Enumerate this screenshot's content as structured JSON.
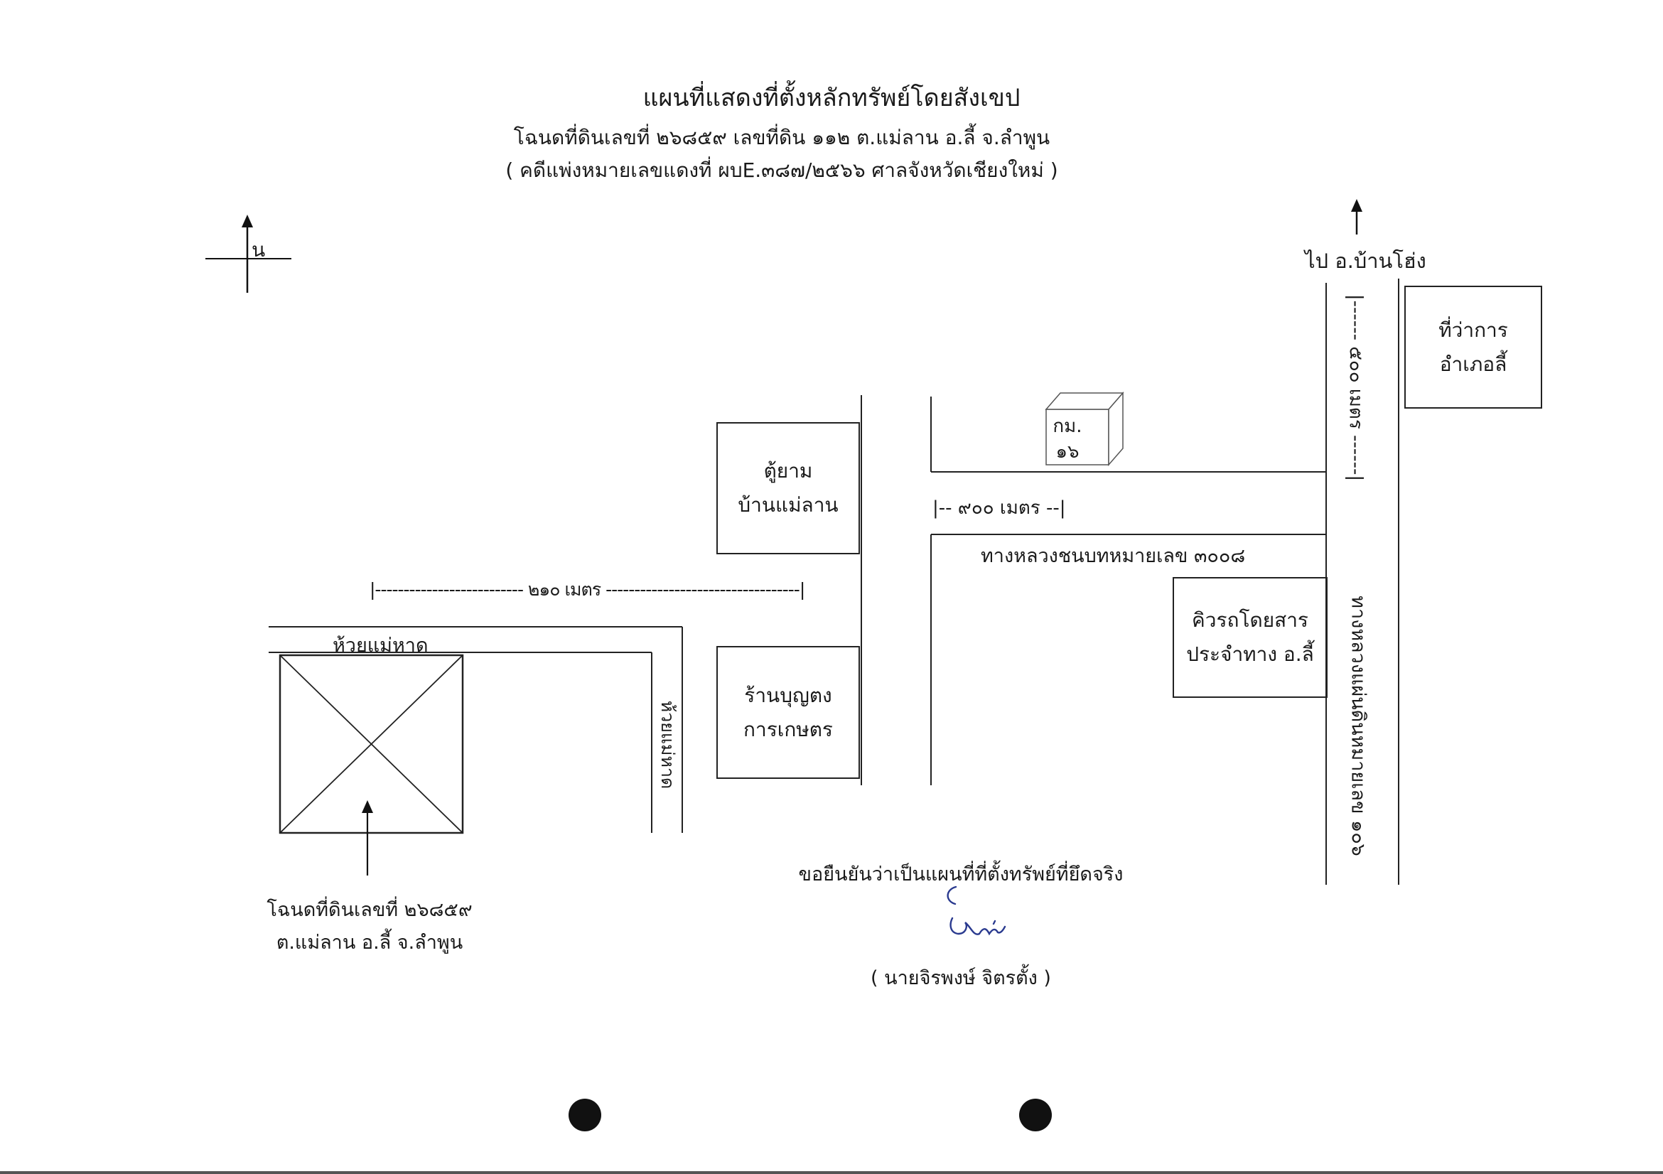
{
  "header": {
    "title": "แผนที่แสดงที่ตั้งหลักทรัพย์โดยสังเขป",
    "line2": "โฉนดที่ดินเลขที่ ๒๖๘๕๙ เลขที่ดิน ๑๑๒ ต.แม่ลาน  อ.ลี้  จ.ลำพูน",
    "line3": "( คดีแพ่งหมายเลขแดงที่  ผบE.๓๘๗/๒๕๖๖  ศาลจังหวัดเชียงใหม่ )"
  },
  "north": {
    "label": "น"
  },
  "route_north": {
    "label": "ไป อ.บ้านโฮ่ง"
  },
  "buildings": {
    "district_office": [
      "ที่ว่าการ",
      "อำเภอลี้"
    ],
    "guard_post": [
      "ตู้ยาม",
      "บ้านแม่ลาน"
    ],
    "farm_shop": [
      "ร้านบุญตง",
      "การเกษตร"
    ],
    "bus_stop": [
      "คิวรถโดยสาร",
      "ประจำทาง อ.ลี้"
    ]
  },
  "km_marker": [
    "กม.",
    "๑๖"
  ],
  "distances": {
    "d900": "|-- ๙๐๐ เมตร --|",
    "d210": "|-------------------------- ๒๑๐ เมตร ----------------------------------|",
    "d500": "|------ ๕๐๐ เมตร ------|"
  },
  "roads": {
    "rural_3008": "ทางหลวงชนบทหมายเลข ๓๐๐๘",
    "highway_106": "ทางหลวงแผ่นดินหมายเลข ๑๐๖",
    "creek_horizontal": "ห้วยแม่หาด",
    "creek_vertical": "ห้วยแม่หาด"
  },
  "parcel": {
    "line1": "โฉนดที่ดินเลขที่ ๒๖๘๕๙",
    "line2": "ต.แม่ลาน  อ.ลี้  จ.ลำพูน"
  },
  "certification": {
    "statement": "ขอยืนยันว่าเป็นแผนที่ที่ตั้งทรัพย์ที่ยึดจริง",
    "signer": "( นายจิรพงษ์  จิตรตั้ง )",
    "signature_ink": "#2a3a8f"
  },
  "colors": {
    "line": "#222222",
    "signature": "#2a3a8f"
  }
}
